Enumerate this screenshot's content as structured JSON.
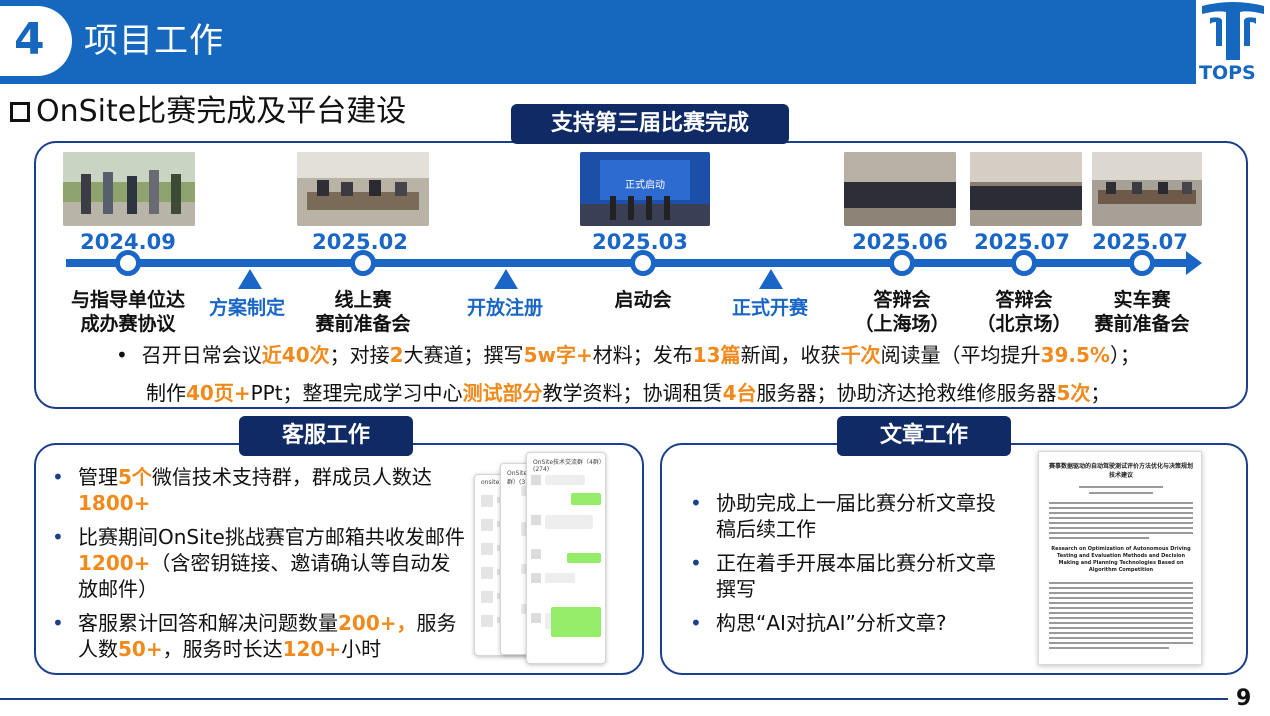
{
  "header": {
    "section_number": "4",
    "title": "项目工作",
    "logo_text": "TOPS"
  },
  "subtitle": "OnSite比赛完成及平台建设",
  "badges": {
    "top": "支持第三届比赛完成",
    "left": "客服工作",
    "right": "文章工作"
  },
  "timeline": {
    "dates": [
      "2024.09",
      "2025.02",
      "2025.03",
      "2025.06",
      "2025.07",
      "2025.07"
    ],
    "events": [
      [
        "与指导单位达",
        "成办赛协议"
      ],
      [
        "线上赛",
        "赛前准备会"
      ],
      [
        "启动会",
        ""
      ],
      [
        "答辩会",
        "（上海场）"
      ],
      [
        "答辩会",
        "（北京场）"
      ],
      [
        "实车赛",
        "赛前准备会"
      ]
    ],
    "milestones": [
      "方案制定",
      "开放注册",
      "正式开赛"
    ],
    "photo_caption": "正式启动"
  },
  "summary": {
    "line1": [
      {
        "t": "召开日常会议"
      },
      {
        "t": "近40次",
        "h": true
      },
      {
        "t": "；对接"
      },
      {
        "t": "2",
        "h": true
      },
      {
        "t": "大赛道；撰写"
      },
      {
        "t": "5w字+",
        "h": true
      },
      {
        "t": "材料；发布"
      },
      {
        "t": "13篇",
        "h": true
      },
      {
        "t": "新闻，收获"
      },
      {
        "t": "千次",
        "h": true
      },
      {
        "t": "阅读量（平均提升"
      },
      {
        "t": "39.5%",
        "h": true
      },
      {
        "t": "）；"
      }
    ],
    "line2": [
      {
        "t": "制作"
      },
      {
        "t": "40页+",
        "h": true
      },
      {
        "t": "PPt；整理完成学习中心"
      },
      {
        "t": "测试部分",
        "h": true
      },
      {
        "t": "教学资料；协调租赁"
      },
      {
        "t": "4台",
        "h": true
      },
      {
        "t": "服务器；协助济达抢救维修服务器"
      },
      {
        "t": "5次",
        "h": true
      },
      {
        "t": "；"
      }
    ]
  },
  "customer_service": [
    [
      {
        "t": "管理"
      },
      {
        "t": "5个",
        "h": true
      },
      {
        "t": "微信技术支持群，群成员人数达"
      },
      {
        "t": "1800+",
        "h": true
      }
    ],
    [
      {
        "t": "比赛期间OnSite挑战赛官方邮箱共收发邮件"
      },
      {
        "t": "1200+",
        "h": true
      },
      {
        "t": "（含密钥链接、邀请确认等自动发放邮件）"
      }
    ],
    [
      {
        "t": "客服累计回答和解决问题数量"
      },
      {
        "t": "200+，",
        "h": true
      },
      {
        "t": "服务人数"
      },
      {
        "t": "50+",
        "h": true
      },
      {
        "t": "，服务时长达"
      },
      {
        "t": "120+",
        "h": true
      },
      {
        "t": "小时"
      }
    ]
  ],
  "chat_titles": [
    "onsite",
    "OnSite技术交流群（5群）(316)",
    "OnSite技术交流群（4群）(274)"
  ],
  "articles": [
    "协助完成上一届比赛分析文章投稿后续工作",
    "正在着手开展本届比赛分析文章撰写",
    "构思“AI对抗AI”分析文章?"
  ],
  "paper": {
    "cn_title": "赛事数据驱动的自动驾驶测试评价方法优化与决策规划技术建议",
    "en_title": "Research on Optimization of Autonomous Driving Testing and Evaluation Methods and Decision Making and Planning Technologies Based on Algorithm Competition"
  },
  "page_number": "9",
  "colors": {
    "header_blue": "#1668bf",
    "navy": "#0f2a64",
    "timeline_blue": "#1a66c6",
    "highlight": "#f08a1c"
  }
}
